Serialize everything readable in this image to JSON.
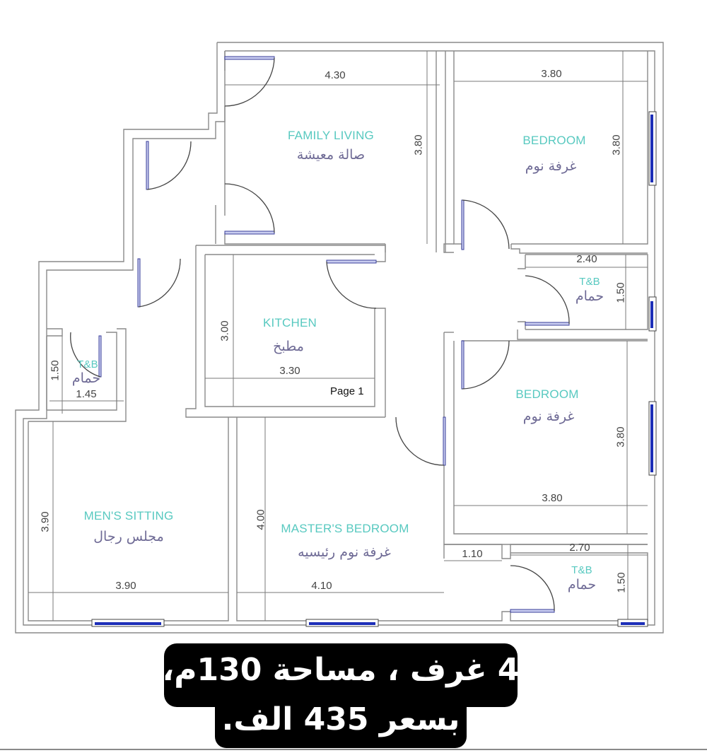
{
  "rooms": {
    "family_living": {
      "en": "FAMILY LIVING",
      "ar": "صالة معيشة",
      "width": "4.30",
      "height": "3.80"
    },
    "bedroom_1": {
      "en": "BEDROOM",
      "ar": "غرفة نوم",
      "width": "3.80",
      "height": "3.80"
    },
    "tb_1": {
      "en": "T&B",
      "ar": "حمام",
      "width": "2.40",
      "height": "1.50"
    },
    "kitchen": {
      "en": "KITCHEN",
      "ar": "مطبخ",
      "width": "3.30",
      "height": "3.00"
    },
    "tb_left": {
      "en": "T&B",
      "ar": "حمام",
      "width": "1.45",
      "height": "1.50"
    },
    "bedroom_2": {
      "en": "BEDROOM",
      "ar": "غرفة نوم",
      "width": "3.80",
      "height": "3.80"
    },
    "mens_sitting": {
      "en": "MEN'S SITTING",
      "ar": "مجلس رجال",
      "width": "3.90",
      "height": "3.90"
    },
    "masters_bedroom": {
      "en": "MASTER'S BEDROOM",
      "ar": "غرفة نوم رئيسيه",
      "width": "4.10",
      "height": "4.00"
    },
    "tb_2": {
      "en": "T&B",
      "ar": "حمام",
      "width": "2.70",
      "height": "1.50"
    },
    "corridor": {
      "width": "1.10"
    }
  },
  "page_tag": "Page 1",
  "caption": {
    "line1": "4 غرف ، مساحة 130م،",
    "line2": "بسعر 435 الف."
  },
  "colors": {
    "label_en": "#58c9c0",
    "label_ar": "#6e6a95",
    "wall": "#8a8a8a",
    "window_glass": "#1d2fb8",
    "caption_bg": "#000000",
    "caption_text": "#ffffff"
  }
}
